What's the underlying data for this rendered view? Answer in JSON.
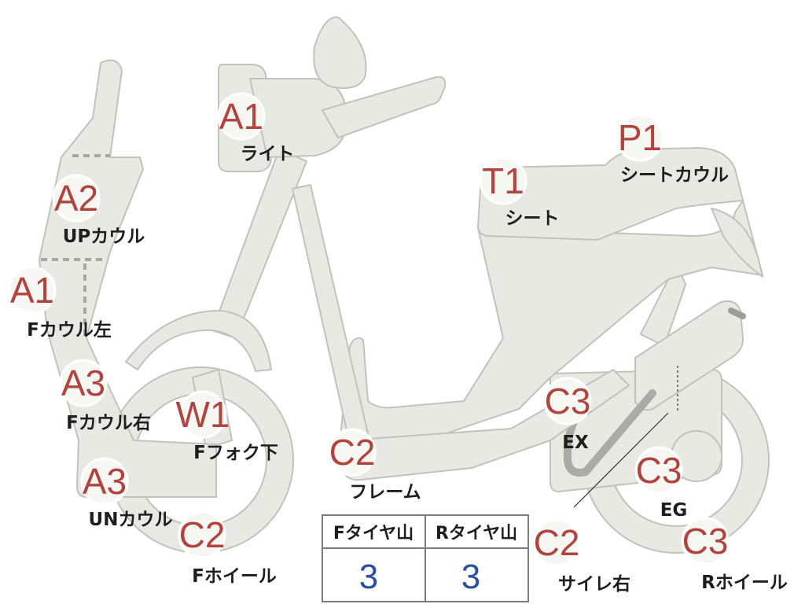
{
  "parts": [
    {
      "id": "light",
      "code": "A1",
      "label": "ライト"
    },
    {
      "id": "up-cowl",
      "code": "A2",
      "label": "UPカウル"
    },
    {
      "id": "f-cowl-left",
      "code": "A1",
      "label": "Fカウル左"
    },
    {
      "id": "f-cowl-right",
      "code": "A3",
      "label": "Fカウル右"
    },
    {
      "id": "f-fork-lower",
      "code": "W1",
      "label": "Fフォク下"
    },
    {
      "id": "un-cowl",
      "code": "A3",
      "label": "UNカウル"
    },
    {
      "id": "f-wheel",
      "code": "C2",
      "label": "Fホイール"
    },
    {
      "id": "frame",
      "code": "C2",
      "label": "フレーム"
    },
    {
      "id": "seat",
      "code": "T1",
      "label": "シート"
    },
    {
      "id": "seat-cowl",
      "code": "P1",
      "label": "シートカウル"
    },
    {
      "id": "ex",
      "code": "C3",
      "label": "EX"
    },
    {
      "id": "eg",
      "code": "C3",
      "label": "EG"
    },
    {
      "id": "silencer-right",
      "code": "C2",
      "label": "サイレ右"
    },
    {
      "id": "r-wheel",
      "code": "C3",
      "label": "Rホイール"
    }
  ],
  "tire_table": {
    "headers": [
      "Fタイヤ山",
      "Rタイヤ山"
    ],
    "values": [
      "3",
      "3"
    ]
  },
  "colors": {
    "part_fill": "#e9e9e4",
    "part_outline": "#c2c2bc",
    "code_text": "#b0443e",
    "table_value": "#2d4fa0"
  }
}
